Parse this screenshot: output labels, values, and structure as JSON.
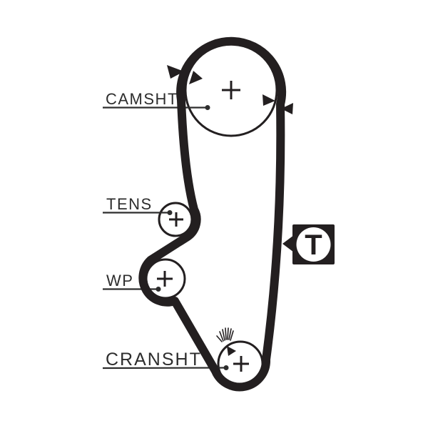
{
  "colors": {
    "background": "#ffffff",
    "ink": "#231f20",
    "label_text": "#2d2d2d",
    "marker_inner": "#ffffff"
  },
  "pulleys": {
    "camshaft": {
      "label": "CAMSHT"
    },
    "tensioner": {
      "label": "TENS"
    },
    "water_pump": {
      "label": "WP"
    },
    "crankshaft": {
      "label": "CRANSHT"
    }
  },
  "tension_marker": {
    "letter": "T"
  }
}
